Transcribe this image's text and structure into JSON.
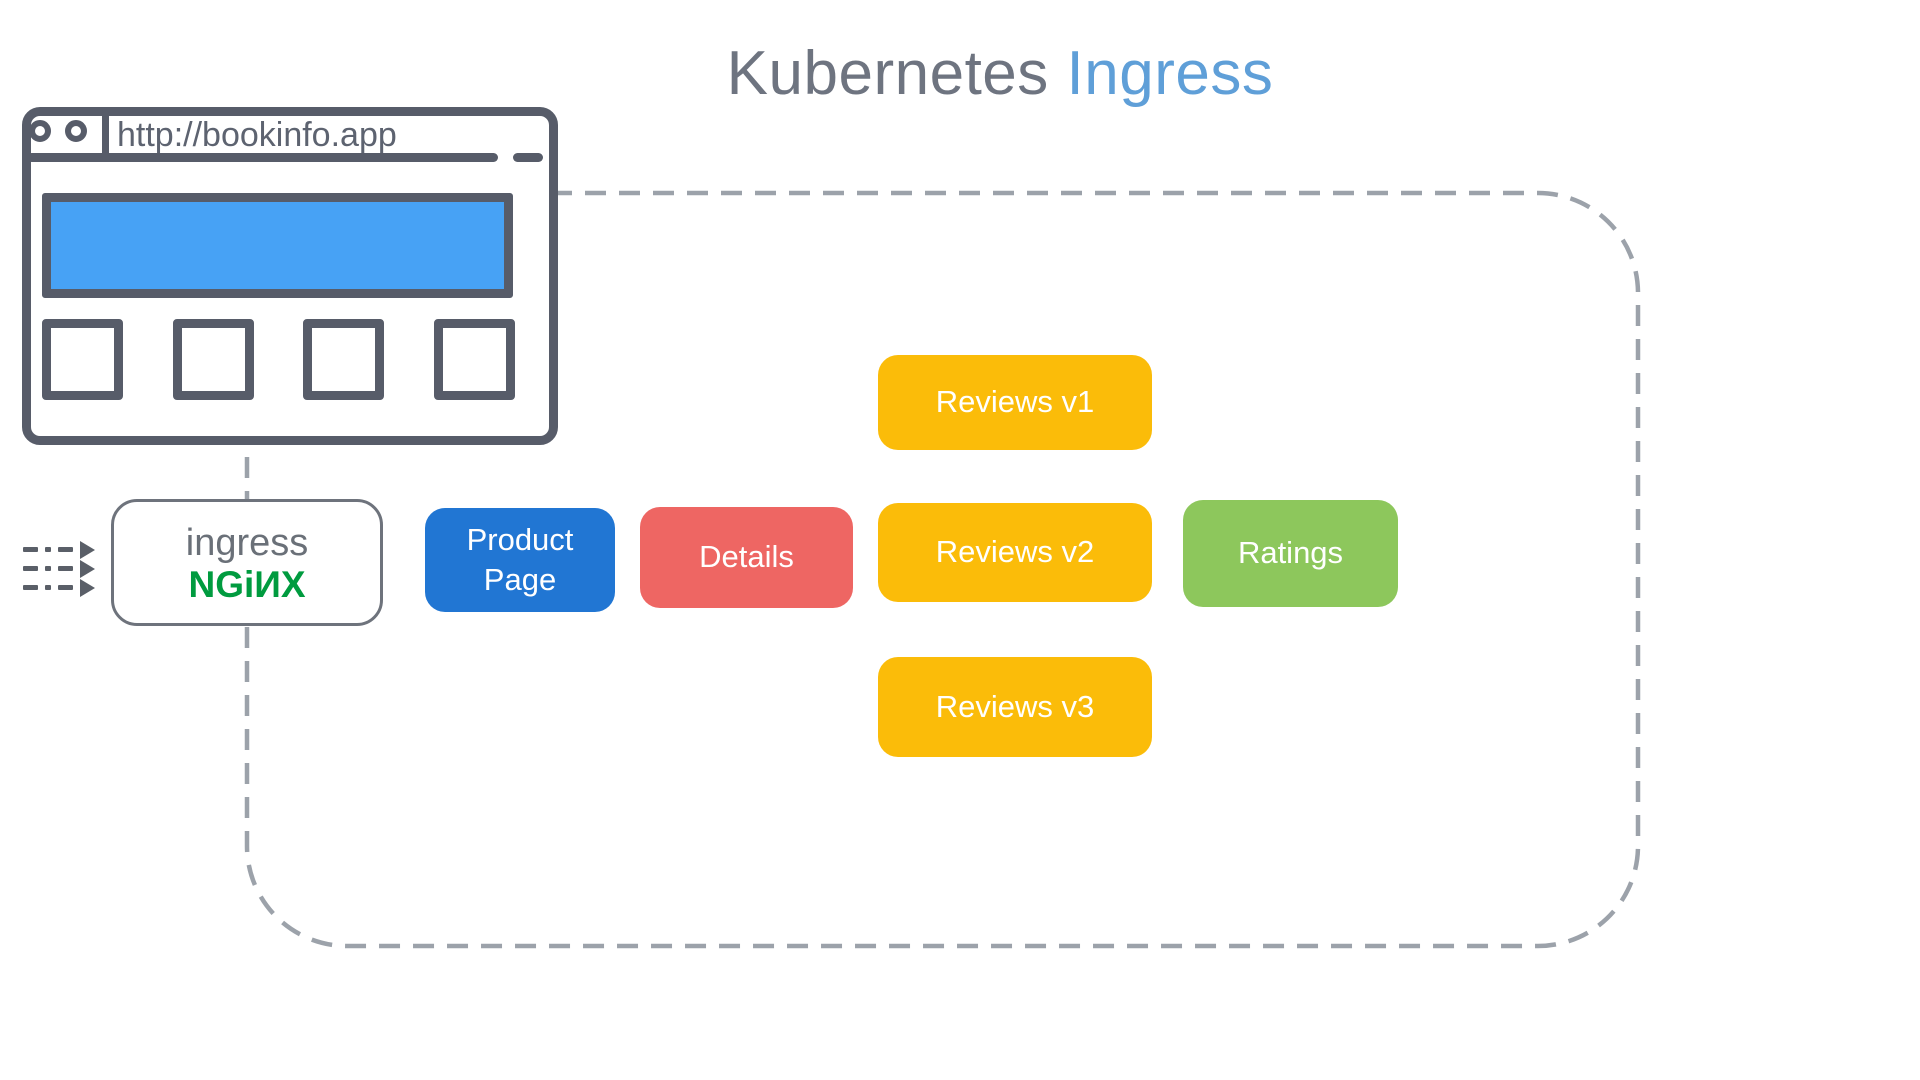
{
  "title": {
    "text_gray": "Kubernetes",
    "text_blue": "Ingress"
  },
  "browser": {
    "url": "http://bookinfo.app"
  },
  "ingress": {
    "label": "ingress",
    "logo_text": "NGiИX"
  },
  "services": [
    {
      "id": "product-page",
      "label": "Product Page",
      "color": "#2176D3"
    },
    {
      "id": "details",
      "label": "Details",
      "color": "#EE6663"
    },
    {
      "id": "reviews-v1",
      "label": "Reviews v1",
      "color": "#FBBC09"
    },
    {
      "id": "reviews-v2",
      "label": "Reviews v2",
      "color": "#FBBC09"
    },
    {
      "id": "reviews-v3",
      "label": "Reviews v3",
      "color": "#FBBC09"
    },
    {
      "id": "ratings",
      "label": "Ratings",
      "color": "#8DC75C"
    }
  ],
  "colors": {
    "cluster_dash": "#9CA2AA",
    "browser_stroke": "#575C69",
    "banner_blue": "#47A2F5",
    "nginx_green": "#009B3F",
    "title_gray": "#6E7480",
    "title_blue": "#5F9FD8"
  }
}
